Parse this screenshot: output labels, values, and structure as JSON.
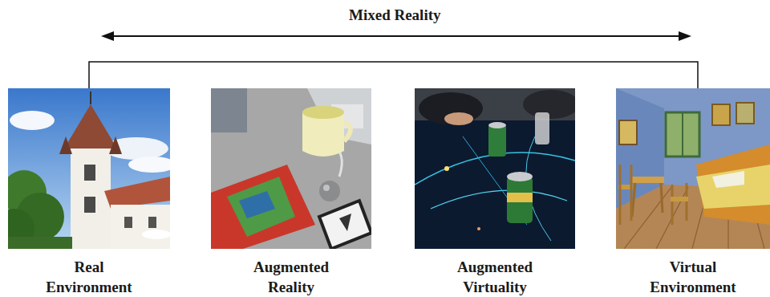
{
  "diagram": {
    "title": "Mixed Reality",
    "nodes": [
      {
        "text": [
          "Real Environment"
        ]
      },
      {
        "text": [
          "Augmented Reality"
        ]
      },
      {
        "text": [
          "Augmented Virtuality"
        ]
      },
      {
        "text": [
          "Virtual Environment"
        ]
      }
    ],
    "edges": [
      {
        "from": 0,
        "to": 3,
        "arrow": "none"
      }
    ]
  }
}
